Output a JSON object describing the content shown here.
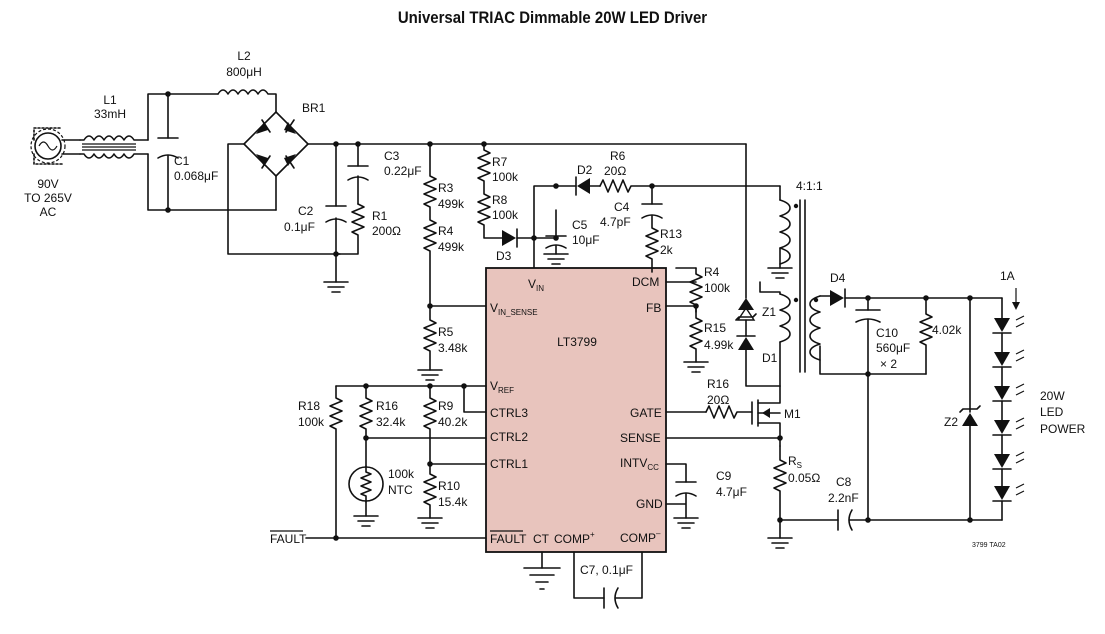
{
  "title": "Universal TRIAC Dimmable 20W LED Driver",
  "source_label": [
    "90V",
    "TO 265V",
    "AC"
  ],
  "components": {
    "L1": {
      "ref": "L1",
      "value": "33mH"
    },
    "L2": {
      "ref": "L2",
      "value": "800μH"
    },
    "BR1": {
      "ref": "BR1"
    },
    "C1": {
      "ref": "C1",
      "value": "0.068μF"
    },
    "C2": {
      "ref": "C2",
      "value": "0.1μF"
    },
    "C3": {
      "ref": "C3",
      "value": "0.22μF"
    },
    "R1": {
      "ref": "R1",
      "value": "200Ω"
    },
    "R3": {
      "ref": "R3",
      "value": "499k"
    },
    "R4a": {
      "ref": "R4",
      "value": "499k"
    },
    "R5": {
      "ref": "R5",
      "value": "3.48k"
    },
    "R7": {
      "ref": "R7",
      "value": "100k"
    },
    "R8": {
      "ref": "R8",
      "value": "100k"
    },
    "D3": {
      "ref": "D3"
    },
    "D2": {
      "ref": "D2"
    },
    "R6": {
      "ref": "R6",
      "value": "20Ω"
    },
    "C4": {
      "ref": "C4",
      "value": "4.7pF"
    },
    "C5": {
      "ref": "C5",
      "value": "10μF"
    },
    "R13": {
      "ref": "R13",
      "value": "2k"
    },
    "R4b": {
      "ref": "R4",
      "value": "100k"
    },
    "R15": {
      "ref": "R15",
      "value": "4.99k"
    },
    "Z1": {
      "ref": "Z1"
    },
    "D1": {
      "ref": "D1"
    },
    "R16a": {
      "ref": "R16",
      "value": "20Ω"
    },
    "M1": {
      "ref": "M1"
    },
    "RS": {
      "ref": "R",
      "sub": "S",
      "value": "0.05Ω"
    },
    "C8": {
      "ref": "C8",
      "value": "2.2nF"
    },
    "C9": {
      "ref": "C9",
      "value": "4.7μF"
    },
    "C7": {
      "ref": "C7, 0.1μF"
    },
    "R18": {
      "ref": "R18",
      "value": "100k"
    },
    "R16b": {
      "ref": "R16",
      "value": "32.4k"
    },
    "R9": {
      "ref": "R9",
      "value": "40.2k"
    },
    "R10": {
      "ref": "R10",
      "value": "15.4k"
    },
    "NTC": {
      "value": "100k",
      "type": "NTC"
    },
    "T1": {
      "ratio": "4:1:1"
    },
    "D4": {
      "ref": "D4"
    },
    "C10": {
      "ref": "C10",
      "value": "560μF",
      "mult": "× 2"
    },
    "R_out": {
      "value": "4.02k"
    },
    "Z2": {
      "ref": "Z2"
    }
  },
  "ic": {
    "name": "LT3799",
    "pins_left": {
      "vin": {
        "base": "V",
        "sub": "IN"
      },
      "vin_sense": {
        "base": "V",
        "sub": "IN_SENSE"
      },
      "vref": {
        "base": "V",
        "sub": "REF"
      },
      "ctrl3": "CTRL3",
      "ctrl2": "CTRL2",
      "ctrl1": "CTRL1",
      "fault": "FAULT"
    },
    "pins_right": {
      "dcm": "DCM",
      "fb": "FB",
      "gate": "GATE",
      "sense": "SENSE",
      "intvcc": {
        "base": "INTV",
        "sub": "CC"
      },
      "gnd": "GND",
      "comp_minus": {
        "base": "COMP",
        "sup": "–"
      }
    },
    "pins_bottom": {
      "ct": "CT",
      "comp_plus": {
        "base": "COMP",
        "sup": "+"
      }
    },
    "fill": "#e8c4bd"
  },
  "fault_net": "FAULT",
  "output": {
    "current": "1A",
    "label": [
      "20W",
      "LED",
      "POWER"
    ]
  },
  "drawing_id": "3799 TA02"
}
